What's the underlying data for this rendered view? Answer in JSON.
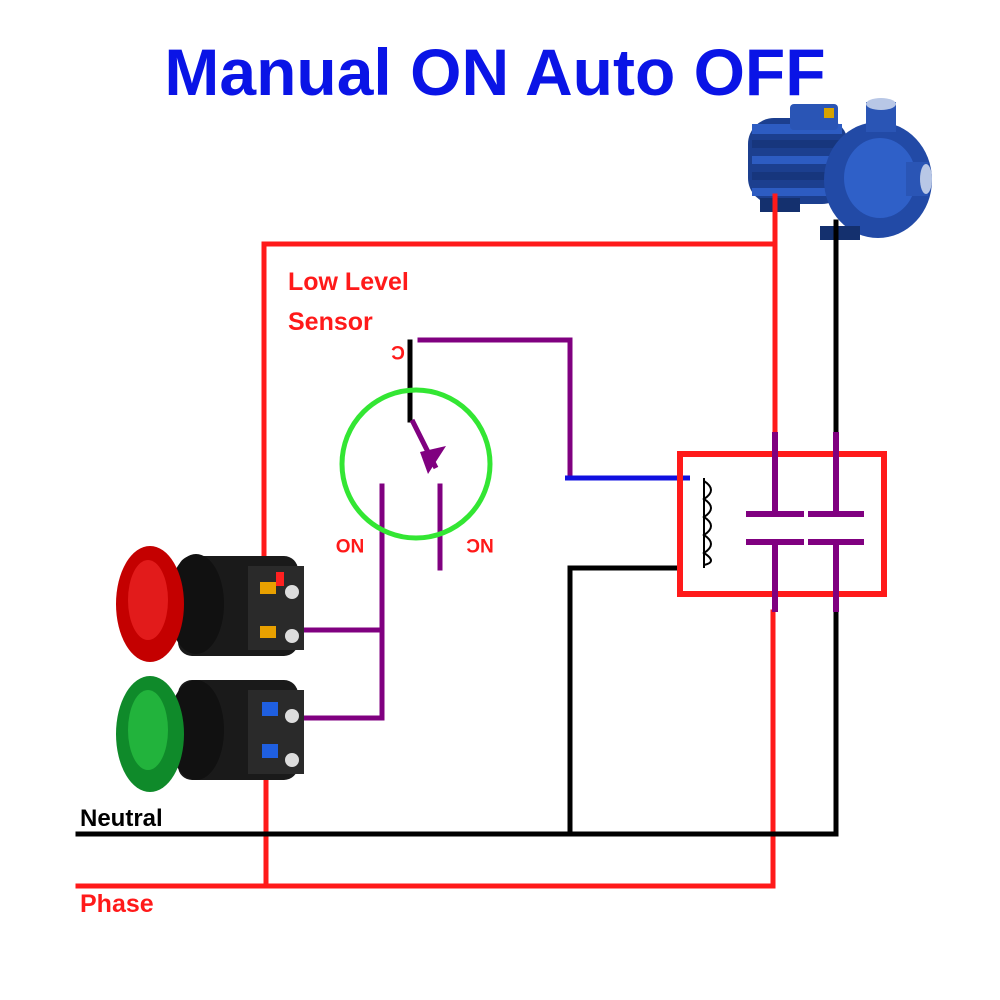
{
  "title": "Manual ON Auto OFF",
  "sensor": {
    "label_line1": "Low Level",
    "label_line2": "Sensor",
    "terminal_common": "C",
    "terminal_no": "NO",
    "terminal_nc": "NC"
  },
  "lines": {
    "neutral": "Neutral",
    "phase": "Phase"
  },
  "buttons": {
    "stop_color": "red",
    "start_color": "green"
  },
  "colors": {
    "title": "#0a14e6",
    "phase_wire": "#ff1a1a",
    "neutral_wire": "#000000",
    "signal_wire": "#800080",
    "coil_wire": "#1010e0",
    "sensor_ring": "#33e633",
    "contactor_box": "#ff1a1a"
  },
  "icons": [
    "pump-motor-icon",
    "red-pushbutton-icon",
    "green-pushbutton-icon",
    "contactor-coil-icon",
    "float-sensor-icon"
  ]
}
